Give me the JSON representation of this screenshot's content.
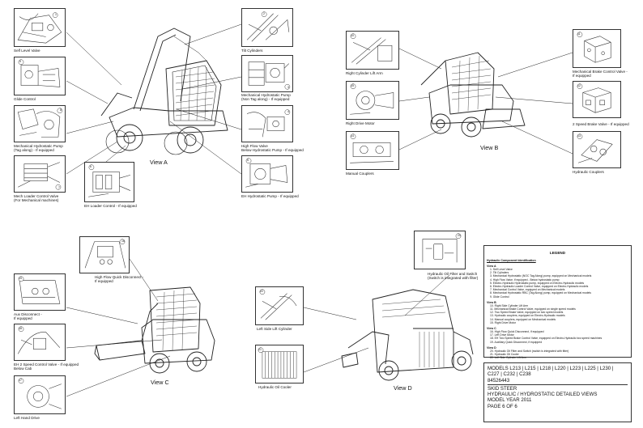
{
  "views": {
    "a": "View A",
    "b": "View B",
    "c": "View C",
    "d": "View D"
  },
  "labels": {
    "self_level": "Self Level Valve",
    "glide": "Glide Control",
    "mech_pump_1": "Mechanical Hydrostatic Pump",
    "mech_pump_2": "(Tag along) - If equipped",
    "mech_loader_1": "Mech Loader Control Valve",
    "mech_loader_2": "(For Mechanical machines)",
    "eh_loader": "EH Loader Control - If equipped",
    "tilt": "Tilt Cylinders",
    "mech_pump_nontag_1": "Mechanical Hydrostatic Pump",
    "mech_pump_nontag_2": "(Non Tag along) - If equipped",
    "high_flow_1": "High Flow Valve",
    "high_flow_2": "Below Hydrostatic Pump - If equipped",
    "eh_pump": "EH Hydrostatic Pump - If equipped",
    "right_lift": "Right Cylinder Lift Arm",
    "right_drive": "Right Drive Motor",
    "manual_couplers": "Manual Couplers",
    "mech_brake_1": "Mechanical Brake Control Valve -",
    "mech_brake_2": "If equipped",
    "two_speed_brake": "2 Speed Brake Valve - If equipped",
    "hyd_couplers": "Hydraulic Couplers",
    "high_flow_qd_1": "High Flow Quick Disconnect -",
    "high_flow_qd_2": "If equipped",
    "aux_disc_1": "Aux Disconnect -",
    "aux_disc_2": "If equipped",
    "eh2_1": "EH 2 Speed Control Valve - If equipped",
    "eh2_2": "Below Cab",
    "left_drive": "Left Hand Drive",
    "filter_1": "Hydraulic Oil Filter and Switch",
    "filter_2": "(Switch is integrated with filter)",
    "left_lift": "Left Side Lift Cylinder",
    "oil_cooler": "Hydraulic Oil Cooler"
  },
  "callouts": {
    "c2": "2",
    "c4": "4",
    "c3": "3",
    "c6": "6",
    "c1": "1",
    "c7": "7",
    "c8": "8",
    "c5": "5",
    "c10": "10",
    "c9": "9",
    "c14": "14",
    "c11": "11",
    "c12": "12",
    "c13": "13",
    "c15": "15",
    "c16": "16",
    "c17": "17",
    "c18": "18",
    "c19": "19",
    "c20": "20",
    "c21": "21",
    "c22": "22"
  },
  "legend": {
    "title": "LEGEND",
    "subtitle": "Hydraulic Component Identification",
    "groups": [
      {
        "name": "View A",
        "items": [
          "1. Self Level Valve",
          "2. Tilt Cylinders",
          "3. Mechanical Hydrostatic (NOC Tag Along) pump, equipped on Mechanical models",
          "4. High Flow Valve, if equipped - Below hydrostatic pump",
          "5. Electro-Hydraulic Hydrostatic pump, equipped on Electro-Hydraulic models",
          "6. Electro-Hydraulic Loader Control Valve, equipped on Electro-Hydraulic models",
          "7. Mechanical Control Valve, equipped on Mechanical models",
          "8. Mechanical Hydrostatic RBC (Tag Along) pump, equipped on Mechanical models",
          "9. Glide Control"
        ]
      },
      {
        "name": "View B",
        "items": [
          "10. Right Side Cylinder Lift Arm",
          "11. Mechanical Brake Control Valve, equipped on single speed models",
          "12. Two Speed Brake Valve, equipped on two speed models",
          "13. Hydraulic couplers, equipped on Electro-Hydraulic models",
          "14. Manual couplers, equipped on Mechanical models",
          "15. Right Drive Motor"
        ]
      },
      {
        "name": "View C",
        "items": [
          "16. High Flow Quick Disconnect, if equipped",
          "17. Left Drive Motor",
          "18. EH Two Speed Brake Control Valve, equipped on Electro-Hydraulic two speed machines",
          "19. Auxiliary Quick Disconnect, if equipped"
        ]
      },
      {
        "name": "View D",
        "items": [
          "20. Hydraulic Oil Filter and Switch (switch is integrated with filter)",
          "21. Hydraulic Oil Cooler",
          "22. Left Side Cylinder Lift Arm"
        ]
      }
    ]
  },
  "titleblock": {
    "models_1": "MODELS L213 | L215 | L218 | L220 | L223 | L225 | L230 |",
    "models_2": "C227 | C232 | C238",
    "part_no": "84526443",
    "type": "SKID STEER",
    "desc_1": "HYDRAULIC / HYDROSTATIC DETAILED VIEWS",
    "desc_2": "MODEL YEAR 2011",
    "page": "PAGE  6  OF  6"
  }
}
